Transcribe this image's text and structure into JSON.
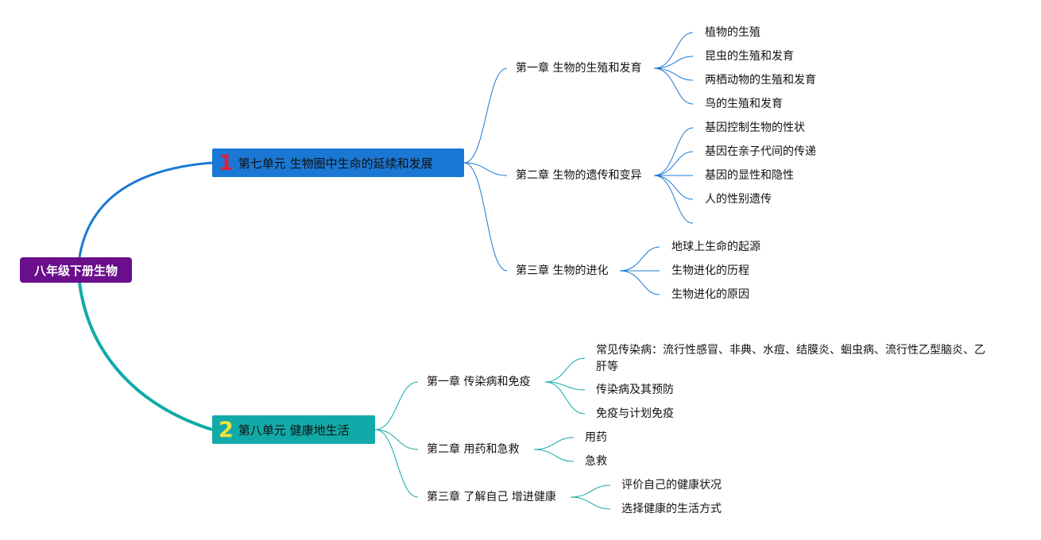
{
  "root": {
    "label": "八年级下册生物"
  },
  "colors": {
    "root": "#6a0e8c",
    "unit1": "#1a78d4",
    "unit2": "#12aaa8",
    "badge1": "#e0203a",
    "badge2": "#f2e23a",
    "branch1": "#1a78d4",
    "branch2": "#12aaa8"
  },
  "units": [
    {
      "badge": "1",
      "label": "第七单元 生物圈中生命的延续和发展",
      "chapters": [
        {
          "label": "第一章 生物的生殖和发育",
          "items": [
            "植物的生殖",
            "昆虫的生殖和发育",
            "两栖动物的生殖和发育",
            "鸟的生殖和发育"
          ]
        },
        {
          "label": "第二章 生物的遗传和变异",
          "items": [
            "基因控制生物的性状",
            "基因在亲子代间的传递",
            "基因的显性和隐性",
            "人的性别遗传"
          ]
        },
        {
          "label": "第三章 生物的进化",
          "items": [
            "地球上生命的起源",
            "生物进化的历程",
            "生物进化的原因"
          ]
        }
      ]
    },
    {
      "badge": "2",
      "label": "第八单元 健康地生活",
      "chapters": [
        {
          "label": "第一章  传染病和免疫",
          "items": [
            "常见传染病：流行性感冒、非典、水痘、结膜炎、蛔虫病、流行性乙型脑炎、乙肝等",
            "传染病及其预防",
            "免疫与计划免疫"
          ]
        },
        {
          "label": "第二章  用药和急救",
          "items": [
            "用药",
            "急救"
          ]
        },
        {
          "label": "第三章  了解自己 增进健康",
          "items": [
            "评价自己的健康状况",
            "选择健康的生活方式"
          ]
        }
      ]
    }
  ]
}
